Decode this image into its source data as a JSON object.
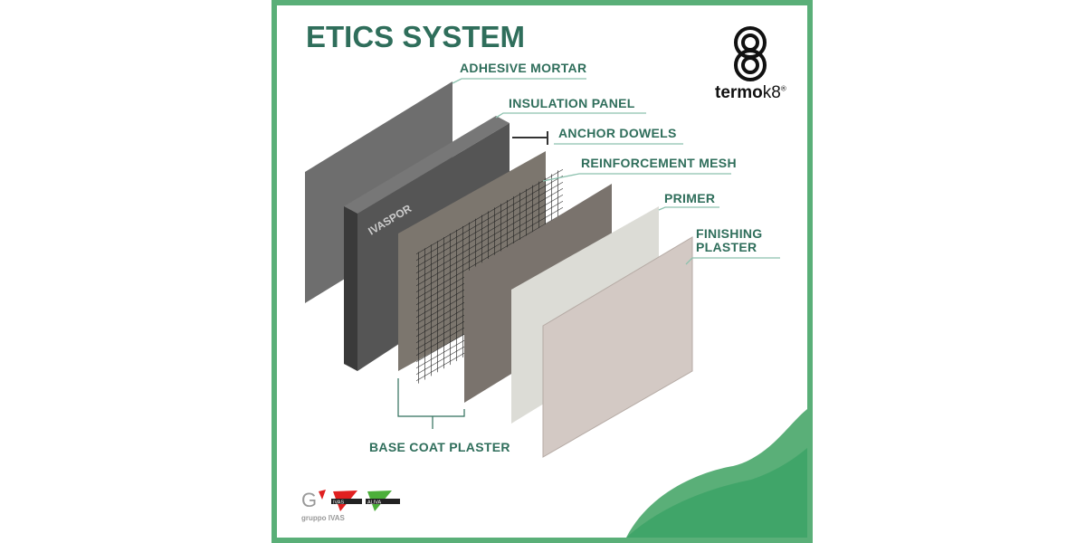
{
  "title": "ETICS SYSTEM",
  "brand": {
    "name_bold": "termo",
    "name_light": "k8",
    "mark": "®"
  },
  "labels": {
    "adhesive_mortar": "ADHESIVE MORTAR",
    "insulation_panel": "INSULATION PANEL",
    "anchor_dowels": "ANCHOR DOWELS",
    "reinforcement_mesh": "REINFORCEMENT MESH",
    "primer": "PRIMER",
    "finishing_plaster_1": "FINISHING",
    "finishing_plaster_2": "PLASTER",
    "base_coat_plaster": "BASE COAT PLASTER"
  },
  "panel_text": "IVASPOR",
  "footer_logos": [
    "gruppo IVAS",
    "IVAS",
    "ALIVA"
  ],
  "colors": {
    "accent": "#2f6e5b",
    "border": "#5aaf78"
  }
}
